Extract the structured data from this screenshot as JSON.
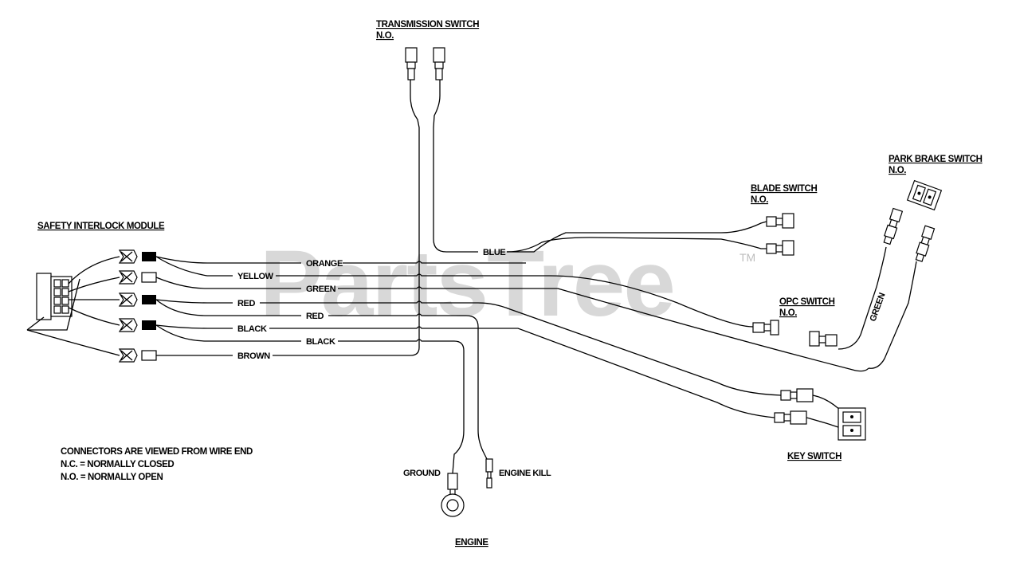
{
  "components": {
    "transmission_switch": {
      "title": "TRANSMISSION SWITCH",
      "state": "N.O."
    },
    "blade_switch": {
      "title": "BLADE SWITCH",
      "state": "N.O."
    },
    "park_brake_switch": {
      "title": "PARK BRAKE SWITCH",
      "state": "N.O."
    },
    "opc_switch": {
      "title": "OPC SWITCH",
      "state": "N.O."
    },
    "key_switch": {
      "title": "KEY SWITCH"
    },
    "safety_interlock_module": {
      "title": "SAFETY INTERLOCK MODULE"
    },
    "engine": {
      "title": "ENGINE"
    }
  },
  "wire_labels": {
    "orange": "ORANGE",
    "yellow": "YELLOW",
    "green": "GREEN",
    "red_upper": "RED",
    "red_lower": "RED",
    "black_upper": "BLACK",
    "black_lower": "BLACK",
    "brown": "BROWN",
    "blue": "BLUE",
    "green_park": "GREEN",
    "ground": "GROUND",
    "engine_kill": "ENGINE KILL"
  },
  "notes": [
    "CONNECTORS ARE VIEWED FROM WIRE END",
    "N.C. = NORMALLY CLOSED",
    "N.O. = NORMALLY OPEN"
  ],
  "watermark": {
    "text": "PartsTree",
    "trademark": "TM"
  }
}
